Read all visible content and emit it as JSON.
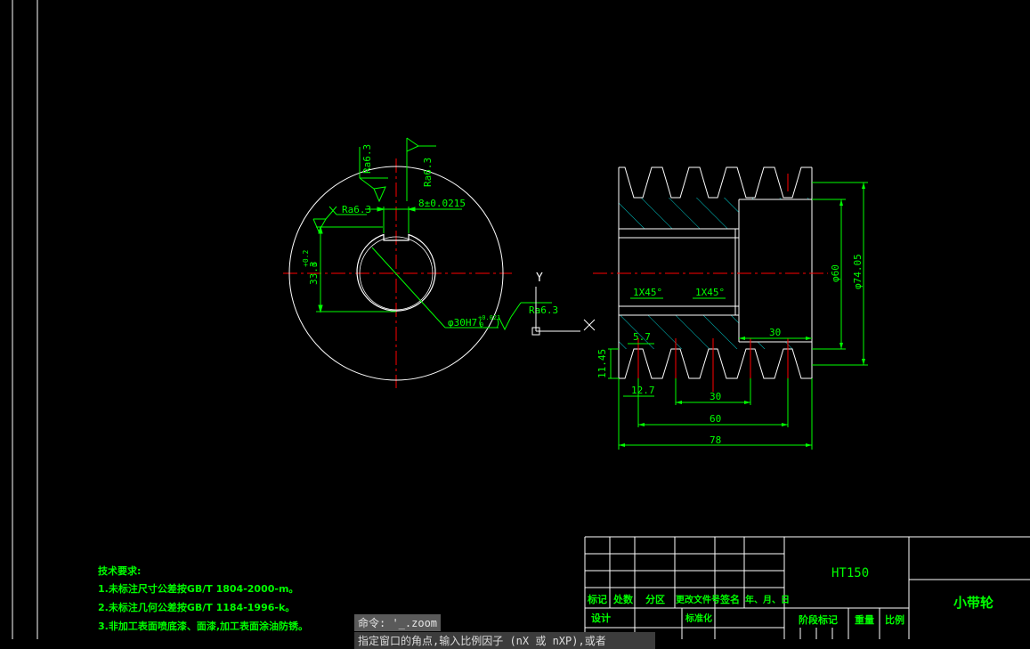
{
  "colors": {
    "background": "#000000",
    "outline": "#ffffff",
    "dimension": "#00ff00",
    "centerline": "#ff0000",
    "hatch": "#00c8c8",
    "titleblock_text": "#00ff00"
  },
  "front_view": {
    "roughness_top": "Ra6.3",
    "roughness_top_right": "Ra6.3",
    "roughness_left": "Ra6.3",
    "roughness_bore": "Ra6.3",
    "keyway_width": "8±0.0215",
    "keyway_depth_value": "33.3",
    "keyway_depth_tol_upper": "+0.2",
    "keyway_depth_tol_lower": "0",
    "bore_dim": "φ30H7(",
    "bore_tol_upper": "+0.021",
    "bore_tol_lower": "0",
    "bore_dim_close": ")"
  },
  "ucs": {
    "x_label": "X",
    "y_label": "Y"
  },
  "section_view": {
    "chamfer_left": "1X45°",
    "chamfer_right": "1X45°",
    "dim_phi60": "φ60",
    "dim_phi74": "φ74.05",
    "dim_30_top": "30",
    "dim_5_7": "5.7",
    "dim_11_45": "11.45",
    "dim_12_7": "12.7",
    "dim_30": "30",
    "dim_60": "60",
    "dim_78": "78"
  },
  "tech_notes": {
    "title": "技术要求:",
    "line1": "1.未标注尺寸公差按GB/T 1804-2000-m。",
    "line2": "2.未标注几何公差按GB/T 1184-1996-k。",
    "line3": "3.非加工表面喷底漆、面漆,加工表面涂油防锈。"
  },
  "title_block": {
    "material": "HT150",
    "part_name": "小带轮",
    "labels": {
      "mark": "标记",
      "count": "处数",
      "zone": "分区",
      "change_doc": "更改文件号",
      "sign": "签名",
      "date": "年、月、日",
      "design": "设计",
      "standardize": "标准化",
      "stage_mark": "阶段标记",
      "weight": "重量",
      "scale": "比例"
    }
  },
  "command_line": {
    "line1": "命令: '_.zoom",
    "line2": "指定窗口的角点,输入比例因子 (nX 或 nXP),或者"
  }
}
